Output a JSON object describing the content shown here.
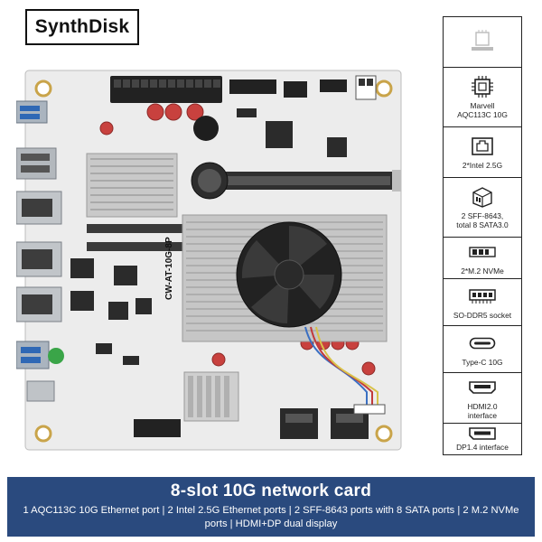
{
  "brand": {
    "name": "SynthDisk"
  },
  "board": {
    "silkscreen_label": "CW-AT-10G-8P"
  },
  "specs": [
    {
      "icon": "chip-icon",
      "label": ""
    },
    {
      "icon": "network-chip-icon",
      "label": "Marvell\nAQC113C 10G"
    },
    {
      "icon": "ethernet-port-icon",
      "label": "2*Intel 2.5G"
    },
    {
      "icon": "sff-8643-connector-icon",
      "label": "2 SFF-8643,\ntotal 8 SATA3.0"
    },
    {
      "icon": "nvme-icon",
      "label": "2*M.2 NVMe"
    },
    {
      "icon": "memory-icon",
      "label": "SO-DDR5 socket"
    },
    {
      "icon": "usb-c-icon",
      "label": "Type-C 10G"
    },
    {
      "icon": "hdmi-icon",
      "label": "HDMI2.0\ninterface"
    },
    {
      "icon": "displayport-icon",
      "label": "DP1.4 interface"
    }
  ],
  "banner": {
    "title": "8-slot 10G network card",
    "description": "1 AQC113C 10G Ethernet port | 2 Intel 2.5G Ethernet ports | 2 SFF-8643 ports with 8 SATA ports | 2 M.2 NVMe ports | HDMI+DP dual display"
  },
  "colors": {
    "banner_bg": "#2a4a7e",
    "board": "#eeeeee",
    "heatsink": "#c9c9c9",
    "capacitor": "#c8413e",
    "chip": "#2b2b2b"
  }
}
